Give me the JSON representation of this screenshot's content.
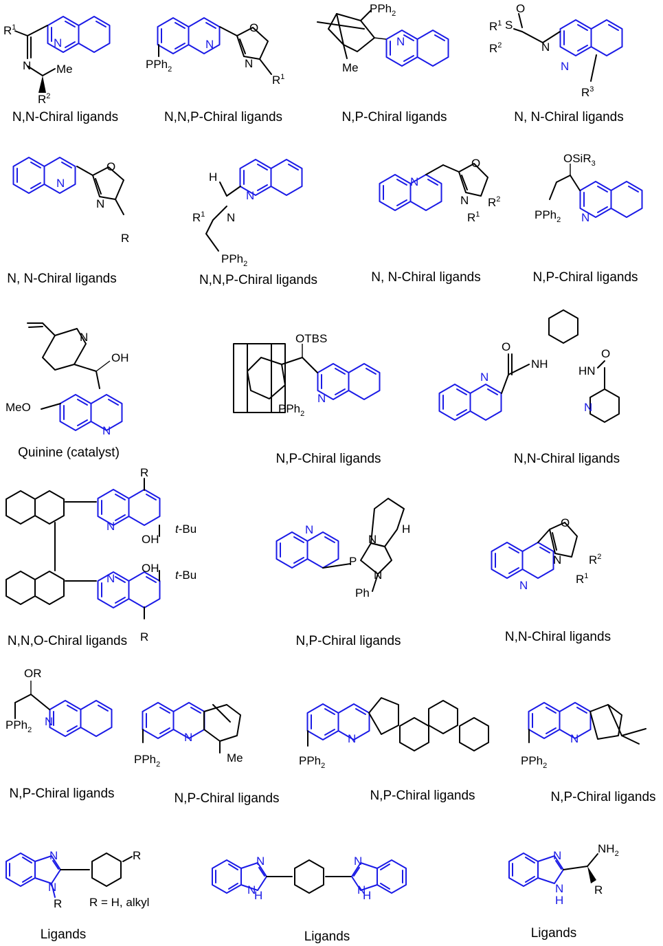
{
  "colors": {
    "bond": "#000000",
    "heterocycle": "#1a1ae6",
    "background": "#ffffff"
  },
  "labels": [
    "N,N-Chiral ligands",
    "N,N,P-Chiral ligands",
    "N,P-Chiral ligands",
    "N, N-Chiral ligands",
    "N, N-Chiral ligands",
    "N,N,P-Chiral ligands",
    "N, N-Chiral ligands",
    "N,P-Chiral ligands",
    "Quinine (catalyst)",
    "N,P-Chiral ligands",
    "N,N-Chiral ligands",
    "N,N,O-Chiral ligands",
    "N,P-Chiral ligands",
    "N,N-Chiral ligands",
    "N,P-Chiral ligands",
    "N,P-Chiral ligands",
    "N,P-Chiral ligands",
    "N,P-Chiral ligands",
    "Ligands",
    "Ligands",
    "Ligands"
  ],
  "note": "R = H, alkyl"
}
